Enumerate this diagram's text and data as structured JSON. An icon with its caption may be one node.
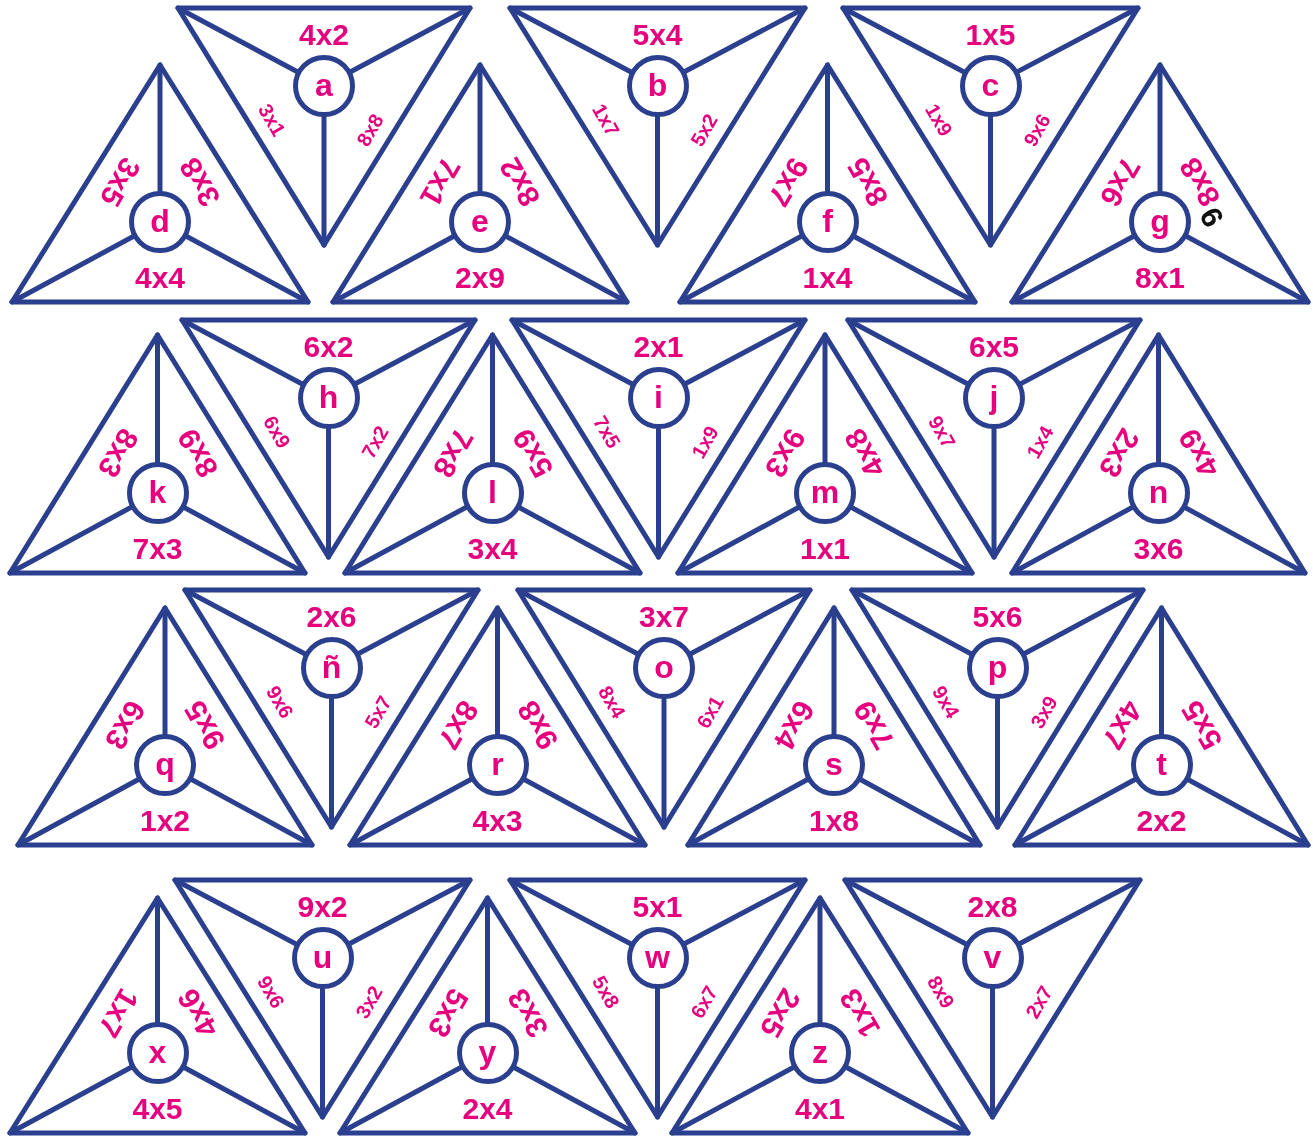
{
  "diagram": {
    "nodes": [
      {
        "text": [
          "d",
          "4x4",
          "3x5",
          "3x8"
        ]
      },
      {
        "text": [
          "4x2",
          "a",
          "3x1",
          "8x8"
        ]
      },
      {
        "text": [
          "e",
          "2x9",
          "7x1",
          "8x2"
        ]
      },
      {
        "text": [
          "5x4",
          "b",
          "1x7",
          "5x2"
        ]
      },
      {
        "text": [
          "f",
          "1x4",
          "9x7",
          "8x5"
        ]
      },
      {
        "text": [
          "1x5",
          "c",
          "1x9",
          "9x6"
        ]
      },
      {
        "text": [
          "g",
          "8x1",
          "7x6",
          "8x8",
          "9"
        ]
      },
      {
        "text": [
          "k",
          "7x3",
          "8x3",
          "8x9"
        ]
      },
      {
        "text": [
          "6x2",
          "h",
          "6x9",
          "7x2"
        ]
      },
      {
        "text": [
          "l",
          "3x4",
          "7x8",
          "5x9"
        ]
      },
      {
        "text": [
          "2x1",
          "i",
          "7x5",
          "1x9"
        ]
      },
      {
        "text": [
          "m",
          "1x1",
          "9x3",
          "4x8"
        ]
      },
      {
        "text": [
          "6x5",
          "j",
          "9x7",
          "1x4"
        ]
      },
      {
        "text": [
          "n",
          "3x6",
          "2x3",
          "4x9"
        ]
      },
      {
        "text": [
          "q",
          "1x2",
          "6x3",
          "9x5"
        ]
      },
      {
        "text": [
          "2x6",
          "ñ",
          "9x6",
          "5x7"
        ]
      },
      {
        "text": [
          "r",
          "4x3",
          "8x7",
          "9x8"
        ]
      },
      {
        "text": [
          "3x7",
          "o",
          "8x4",
          "6x1"
        ]
      },
      {
        "text": [
          "s",
          "1x8",
          "6x4",
          "7x9"
        ]
      },
      {
        "text": [
          "5x6",
          "p",
          "9x4",
          "3x9"
        ]
      },
      {
        "text": [
          "t",
          "2x2",
          "4x7",
          "5x5"
        ]
      },
      {
        "text": [
          "x",
          "4x5",
          "1x7",
          "4x6"
        ]
      },
      {
        "text": [
          "9x2",
          "u",
          "9x6",
          "3x2"
        ]
      },
      {
        "text": [
          "y",
          "2x4",
          "5x3",
          "3x3"
        ]
      },
      {
        "text": [
          "5x1",
          "w",
          "5x8",
          "6x7"
        ]
      },
      {
        "text": [
          "z",
          "4x1",
          "2x5",
          "1x3"
        ]
      },
      {
        "text": [
          "2x8",
          "v",
          "8x9",
          "2x7"
        ]
      }
    ]
  }
}
